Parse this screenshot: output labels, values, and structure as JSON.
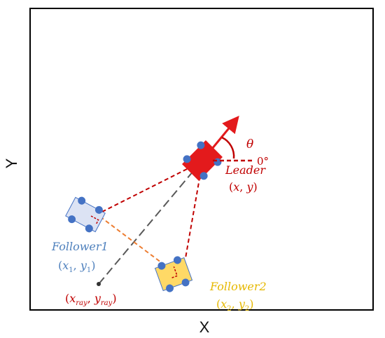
{
  "axes": {
    "x_label": "X",
    "y_label": "Y"
  },
  "leader": {
    "label": "Leader",
    "pos_open": "(",
    "pos_x": "x",
    "pos_sep": ", ",
    "pos_y": "y",
    "pos_close": ")",
    "color": "#e31a1c",
    "label_color": "#c00000"
  },
  "angle": {
    "symbol": "θ",
    "reference": "0°"
  },
  "follower1": {
    "label": "Follower1",
    "pos_open": "(",
    "pos_x": "x",
    "pos_x_sub": "1",
    "pos_sep": ", ",
    "pos_y": "y",
    "pos_y_sub": "1",
    "pos_close": ")",
    "color": "#dce3f4",
    "label_color": "#4f81bd"
  },
  "follower2": {
    "label": "Follower2",
    "pos_open": "(",
    "pos_x": "x",
    "pos_x_sub": "2",
    "pos_sep": ", ",
    "pos_y": "y",
    "pos_y_sub": "2",
    "pos_close": ")",
    "color": "#ffd966",
    "label_color": "#e6b800"
  },
  "ray_point": {
    "pos_open": "(",
    "pos_x": "x",
    "pos_x_sub": "ray",
    "pos_sep": ", ",
    "pos_y": "y",
    "pos_y_sub": "ray",
    "pos_close": ")",
    "label_color": "#c00000"
  },
  "colors": {
    "wheel": "#4472c4",
    "leader_links": "#c00000",
    "follower_link": "#ed7d31",
    "ray_line": "#595959"
  }
}
